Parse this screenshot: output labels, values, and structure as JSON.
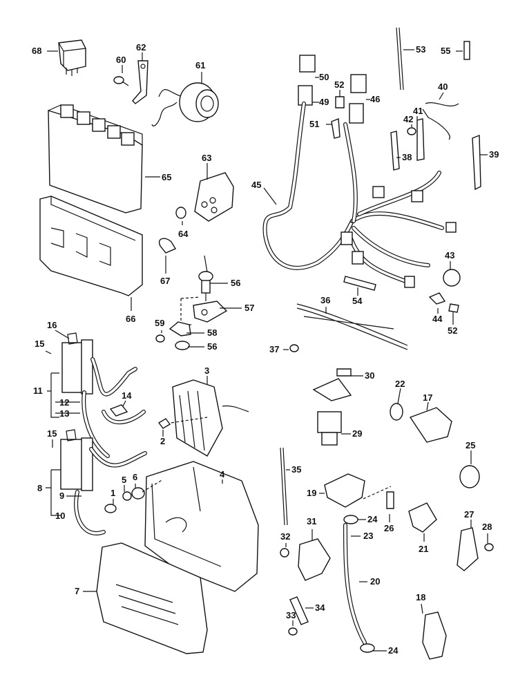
{
  "labels": {
    "l68": "68",
    "l60": "60",
    "l62": "62",
    "l61": "61",
    "l65": "65",
    "l63": "63",
    "l64": "64",
    "l67": "67",
    "l66": "66",
    "l56a": "56",
    "l57": "57",
    "l58": "58",
    "l59": "59",
    "l56b": "56",
    "l16": "16",
    "l15a": "15",
    "l11": "11",
    "l12": "12",
    "l13": "13",
    "l14": "14",
    "l3": "3",
    "l2": "2",
    "l15b": "15",
    "l8": "8",
    "l9": "9",
    "l10": "10",
    "l1": "1",
    "l5": "5",
    "l6": "6",
    "l4": "4",
    "l7": "7",
    "l53": "53",
    "l55": "55",
    "l50": "50",
    "l52a": "52",
    "l46": "46",
    "l49": "49",
    "l40": "40",
    "l42": "42",
    "l41": "41",
    "l51": "51",
    "l38": "38",
    "l39": "39",
    "l45": "45",
    "l43": "43",
    "l54": "54",
    "l36": "36",
    "l44": "44",
    "l52b": "52",
    "l37": "37",
    "l30": "30",
    "l22": "22",
    "l17": "17",
    "l29": "29",
    "l25": "25",
    "l35": "35",
    "l19": "19",
    "l24a": "24",
    "l23": "23",
    "l26": "26",
    "l27": "27",
    "l28": "28",
    "l31": "31",
    "l32": "32",
    "l21": "21",
    "l20": "20",
    "l34": "34",
    "l18": "18",
    "l33": "33",
    "l24b": "24"
  }
}
